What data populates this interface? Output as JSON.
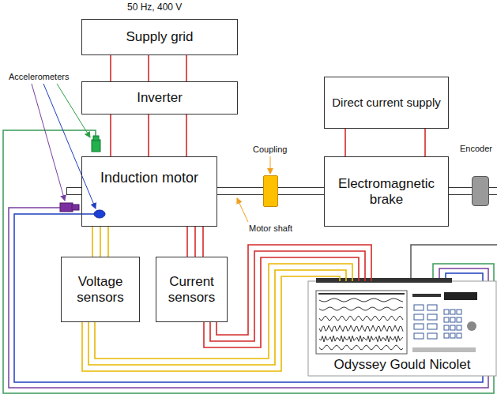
{
  "diagram": {
    "nodes": [
      {
        "text": [
          "Supply grid"
        ]
      },
      {
        "text": [
          "Inverter"
        ]
      },
      {
        "text": [
          "Direct current supply"
        ]
      },
      {
        "text": [
          "Induction motor"
        ]
      },
      {
        "text": [
          "Coupling"
        ]
      },
      {
        "text": [
          "Electromagnetic brake"
        ]
      },
      {
        "text": [
          "Encoder"
        ]
      },
      {
        "text": [
          "Voltage sensors"
        ]
      },
      {
        "text": [
          "Current sensors"
        ]
      },
      {
        "text": [
          "Odyssey Gould Nicolet"
        ]
      }
    ],
    "edges": [
      {
        "from": 0,
        "to": 1,
        "arrow": "none"
      },
      {
        "from": 1,
        "to": 3,
        "arrow": "none"
      },
      {
        "from": 3,
        "to": 7,
        "arrow": "none"
      },
      {
        "from": 3,
        "to": 8,
        "arrow": "none"
      },
      {
        "from": 2,
        "to": 5,
        "arrow": "none"
      },
      {
        "from": 7,
        "to": 9,
        "arrow": "none"
      },
      {
        "from": 8,
        "to": 9,
        "arrow": "none"
      },
      {
        "from": 3,
        "to": 4,
        "arrow": "none"
      },
      {
        "from": 4,
        "to": 5,
        "arrow": "none"
      },
      {
        "from": 5,
        "to": 6,
        "arrow": "none"
      }
    ],
    "labels": [
      "50 Hz, 400 V",
      "Accelerometers",
      "Motor shaft"
    ]
  }
}
